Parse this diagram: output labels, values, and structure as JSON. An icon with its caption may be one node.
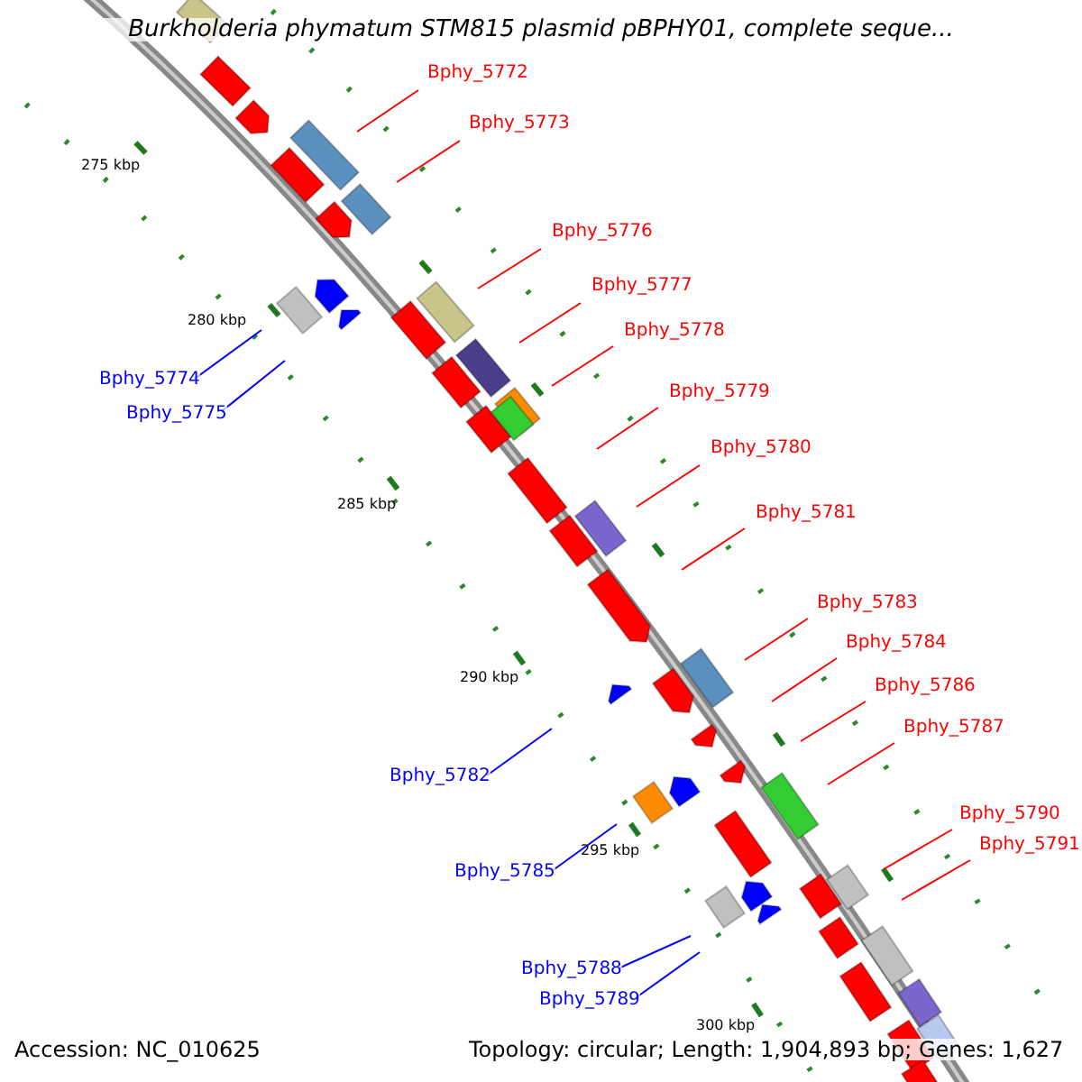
{
  "diagram": {
    "title": "Burkholderia phymatum STM815 plasmid pBPHY01, complete seque...",
    "nodes": [
      {
        "text": [
          "Bphy_5772"
        ]
      },
      {
        "text": [
          "Bphy_5773"
        ]
      },
      {
        "text": [
          "Bphy_5776"
        ]
      },
      {
        "text": [
          "Bphy_5777"
        ]
      },
      {
        "text": [
          "Bphy_5778"
        ]
      },
      {
        "text": [
          "Bphy_5774"
        ]
      },
      {
        "text": [
          "Bphy_5779"
        ]
      },
      {
        "text": [
          "Bphy_5775"
        ]
      },
      {
        "text": [
          "Bphy_5780"
        ]
      },
      {
        "text": [
          "Bphy_5781"
        ]
      },
      {
        "text": [
          "Bphy_5783"
        ]
      },
      {
        "text": [
          "Bphy_5784"
        ]
      },
      {
        "text": [
          "Bphy_5786"
        ]
      },
      {
        "text": [
          "Bphy_5787"
        ]
      },
      {
        "text": [
          "Bphy_5782"
        ]
      },
      {
        "text": [
          "Bphy_5790"
        ]
      },
      {
        "text": [
          "Bphy_5791"
        ]
      },
      {
        "text": [
          "Bphy_5785"
        ]
      },
      {
        "text": [
          "Bphy_5788"
        ]
      },
      {
        "text": [
          "Bphy_5789"
        ]
      }
    ],
    "edges": [
      {
        "from": 0,
        "to": null,
        "arrow": "none"
      },
      {
        "from": 1,
        "to": null,
        "arrow": "none"
      },
      {
        "from": 2,
        "to": null,
        "arrow": "none"
      },
      {
        "from": 3,
        "to": null,
        "arrow": "none"
      },
      {
        "from": 4,
        "to": null,
        "arrow": "none"
      },
      {
        "from": 5,
        "to": null,
        "arrow": "none",
        "color": "#0000ff"
      },
      {
        "from": 6,
        "to": null,
        "arrow": "none"
      },
      {
        "from": 7,
        "to": null,
        "arrow": "none",
        "color": "#0000ff"
      },
      {
        "from": 8,
        "to": null,
        "arrow": "none"
      },
      {
        "from": 9,
        "to": null,
        "arrow": "none"
      },
      {
        "from": 10,
        "to": null,
        "arrow": "none"
      },
      {
        "from": 11,
        "to": null,
        "arrow": "none"
      },
      {
        "from": 12,
        "to": null,
        "arrow": "none"
      },
      {
        "from": 13,
        "to": null,
        "arrow": "none"
      },
      {
        "from": 14,
        "to": null,
        "arrow": "none",
        "color": "#0000ff"
      },
      {
        "from": 15,
        "to": null,
        "arrow": "none"
      },
      {
        "from": 16,
        "to": null,
        "arrow": "none"
      },
      {
        "from": 17,
        "to": null,
        "arrow": "none",
        "color": "#0000ff"
      },
      {
        "from": 18,
        "to": null,
        "arrow": "none",
        "color": "#0000ff"
      },
      {
        "from": 19,
        "to": null,
        "arrow": "none",
        "color": "#0000ff"
      }
    ],
    "labels": [
      "275 kbp",
      "280 kbp",
      "285 kbp",
      "290 kbp",
      "295 kbp",
      "300 kbp",
      "Accession: NC_010625",
      "Topology: circular; Length: 1,904,893 bp; Genes: 1,627"
    ]
  }
}
